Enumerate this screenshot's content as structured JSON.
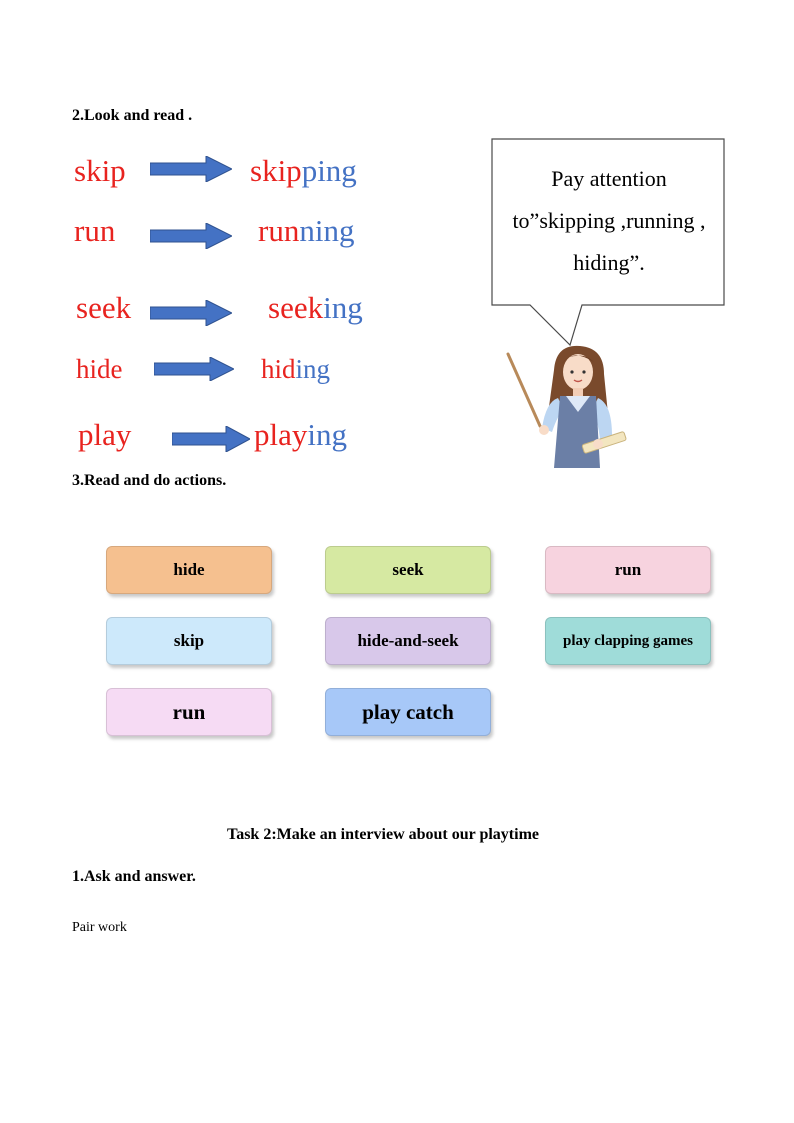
{
  "section2": {
    "heading": "2.Look and read ."
  },
  "word_pairs": [
    {
      "base": "skip",
      "stem": "skip",
      "suffix": "ping"
    },
    {
      "base": "run",
      "stem": "run",
      "suffix": "ning"
    },
    {
      "base": "seek",
      "stem": "seek",
      "suffix": "ing"
    },
    {
      "base": "hide",
      "stem": "hid",
      "suffix": "ing"
    },
    {
      "base": "play",
      "stem": "play",
      "suffix": "ing"
    }
  ],
  "speech_bubble": {
    "line1": "Pay attention",
    "line2": "to”skipping ,running ,",
    "line3": "hiding”."
  },
  "section3": {
    "heading": "3.Read and do actions."
  },
  "action_cards": [
    {
      "label": "hide",
      "color": "#f5c08f"
    },
    {
      "label": "seek",
      "color": "#d6e9a2"
    },
    {
      "label": "run",
      "color": "#f7d3df"
    },
    {
      "label": "skip",
      "color": "#cde9fb"
    },
    {
      "label": "hide-and-seek",
      "color": "#d8c8ea"
    },
    {
      "label": "play clapping games",
      "color": "#9fdcd9"
    },
    {
      "label": "run",
      "color": "#f6dbf4"
    },
    {
      "label": "play catch",
      "color": "#a7c8f8"
    }
  ],
  "task2": {
    "title": "Task 2:Make an interview about our playtime",
    "subheading": "1.Ask and answer.",
    "note": "Pair work"
  },
  "colors": {
    "base_word": "#e8231f",
    "suffix": "#4472c4",
    "arrow": "#4472c4"
  }
}
